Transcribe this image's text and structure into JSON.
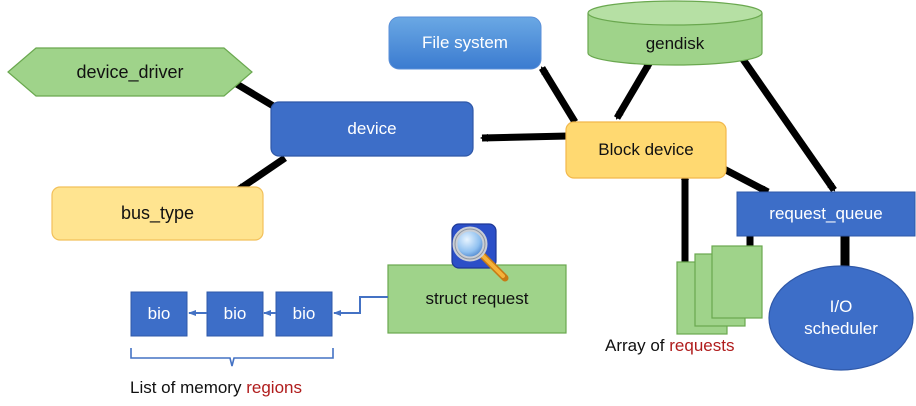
{
  "nodes": {
    "file_system": "File system",
    "gendisk": "gendisk",
    "device_driver": "device_driver",
    "device": "device",
    "block_device": "Block device",
    "bus_type": "bus_type",
    "request_queue": "request_queue",
    "io_scheduler_line1": "I/O",
    "io_scheduler_line2": "scheduler",
    "struct_request": "struct request",
    "bio": [
      "bio",
      "bio",
      "bio"
    ]
  },
  "captions": {
    "array_prefix": "Array of",
    "array_highlight": "requests",
    "list_prefix": "List of memory",
    "list_highlight": "regions"
  },
  "icons": {
    "magnifier": "magnifier-icon"
  },
  "colors": {
    "blue_box": "#3d6ec8",
    "blue_gradient_top": "#6aa8e4",
    "green_box": "#9fd38a",
    "green_border": "#6aa84f",
    "yellow_box": "#ffd971",
    "yellow_border": "#f2b84b",
    "arrow": "#000000",
    "bracket": "#4472c4",
    "accent_text": "#b01c1c"
  }
}
